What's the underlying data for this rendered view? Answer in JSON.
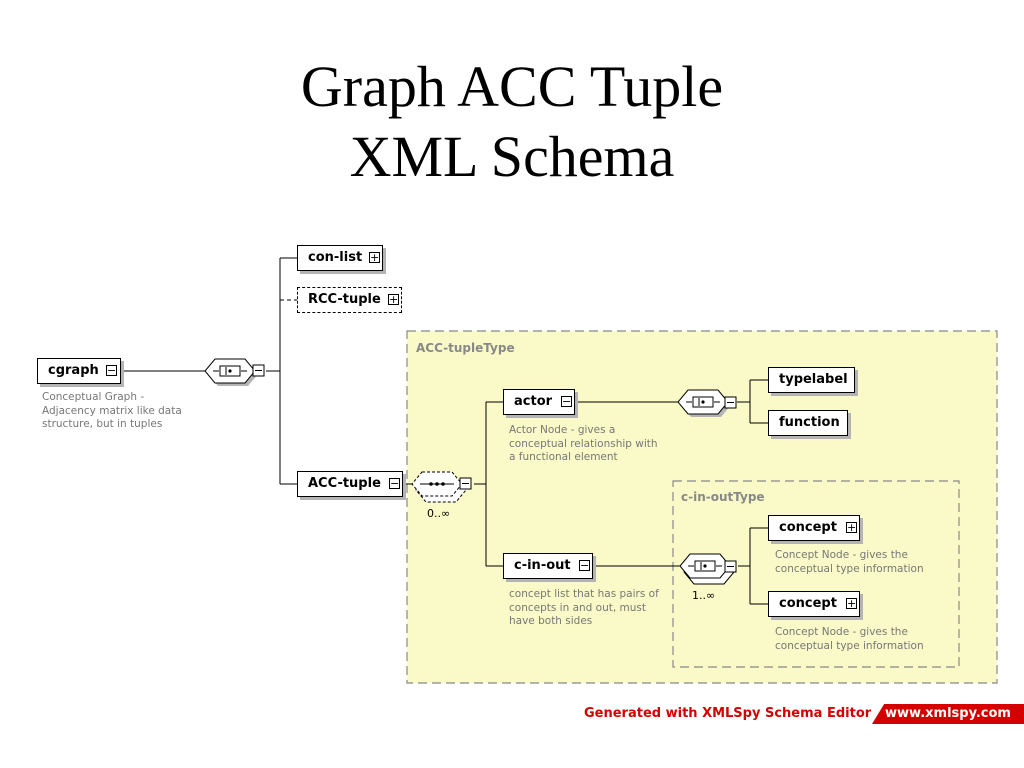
{
  "title": {
    "line1": "Graph ACC Tuple",
    "line2": "XML Schema"
  },
  "elements": {
    "cgraph": {
      "label": "cgraph",
      "desc": [
        "Conceptual Graph -",
        "Adjacency matrix like data",
        "structure, but in tuples"
      ]
    },
    "con_list": {
      "label": "con-list"
    },
    "rcc_tuple": {
      "label": "RCC-tuple"
    },
    "acc_tuple": {
      "label": "ACC-tuple"
    },
    "actor": {
      "label": "actor",
      "desc": [
        "Actor Node - gives a",
        "conceptual relationship with",
        "a functional element"
      ]
    },
    "typelabel": {
      "label": "typelabel"
    },
    "function": {
      "label": "function"
    },
    "c_in_out": {
      "label": "c-in-out",
      "desc": [
        "concept list that has pairs of",
        "concepts in and out, must",
        "have both sides"
      ]
    },
    "concept1": {
      "label": "concept",
      "desc": [
        "Concept Node - gives the",
        "conceptual type information"
      ]
    },
    "concept2": {
      "label": "concept",
      "desc": [
        "Concept Node - gives the",
        "conceptual type information"
      ]
    }
  },
  "types": {
    "acc_tuple_type": "ACC-tupleType",
    "c_in_out_type": "c-in-outType"
  },
  "occurrences": {
    "sequence_acc": "0..∞",
    "choice_cinout": "1..∞"
  },
  "footer": {
    "generated": "Generated with XMLSpy Schema Editor",
    "site": "www.xmlspy.com"
  },
  "colors": {
    "type_box_fill": "#fafac8",
    "footer_red": "#d40000",
    "desc_gray": "#777777"
  }
}
